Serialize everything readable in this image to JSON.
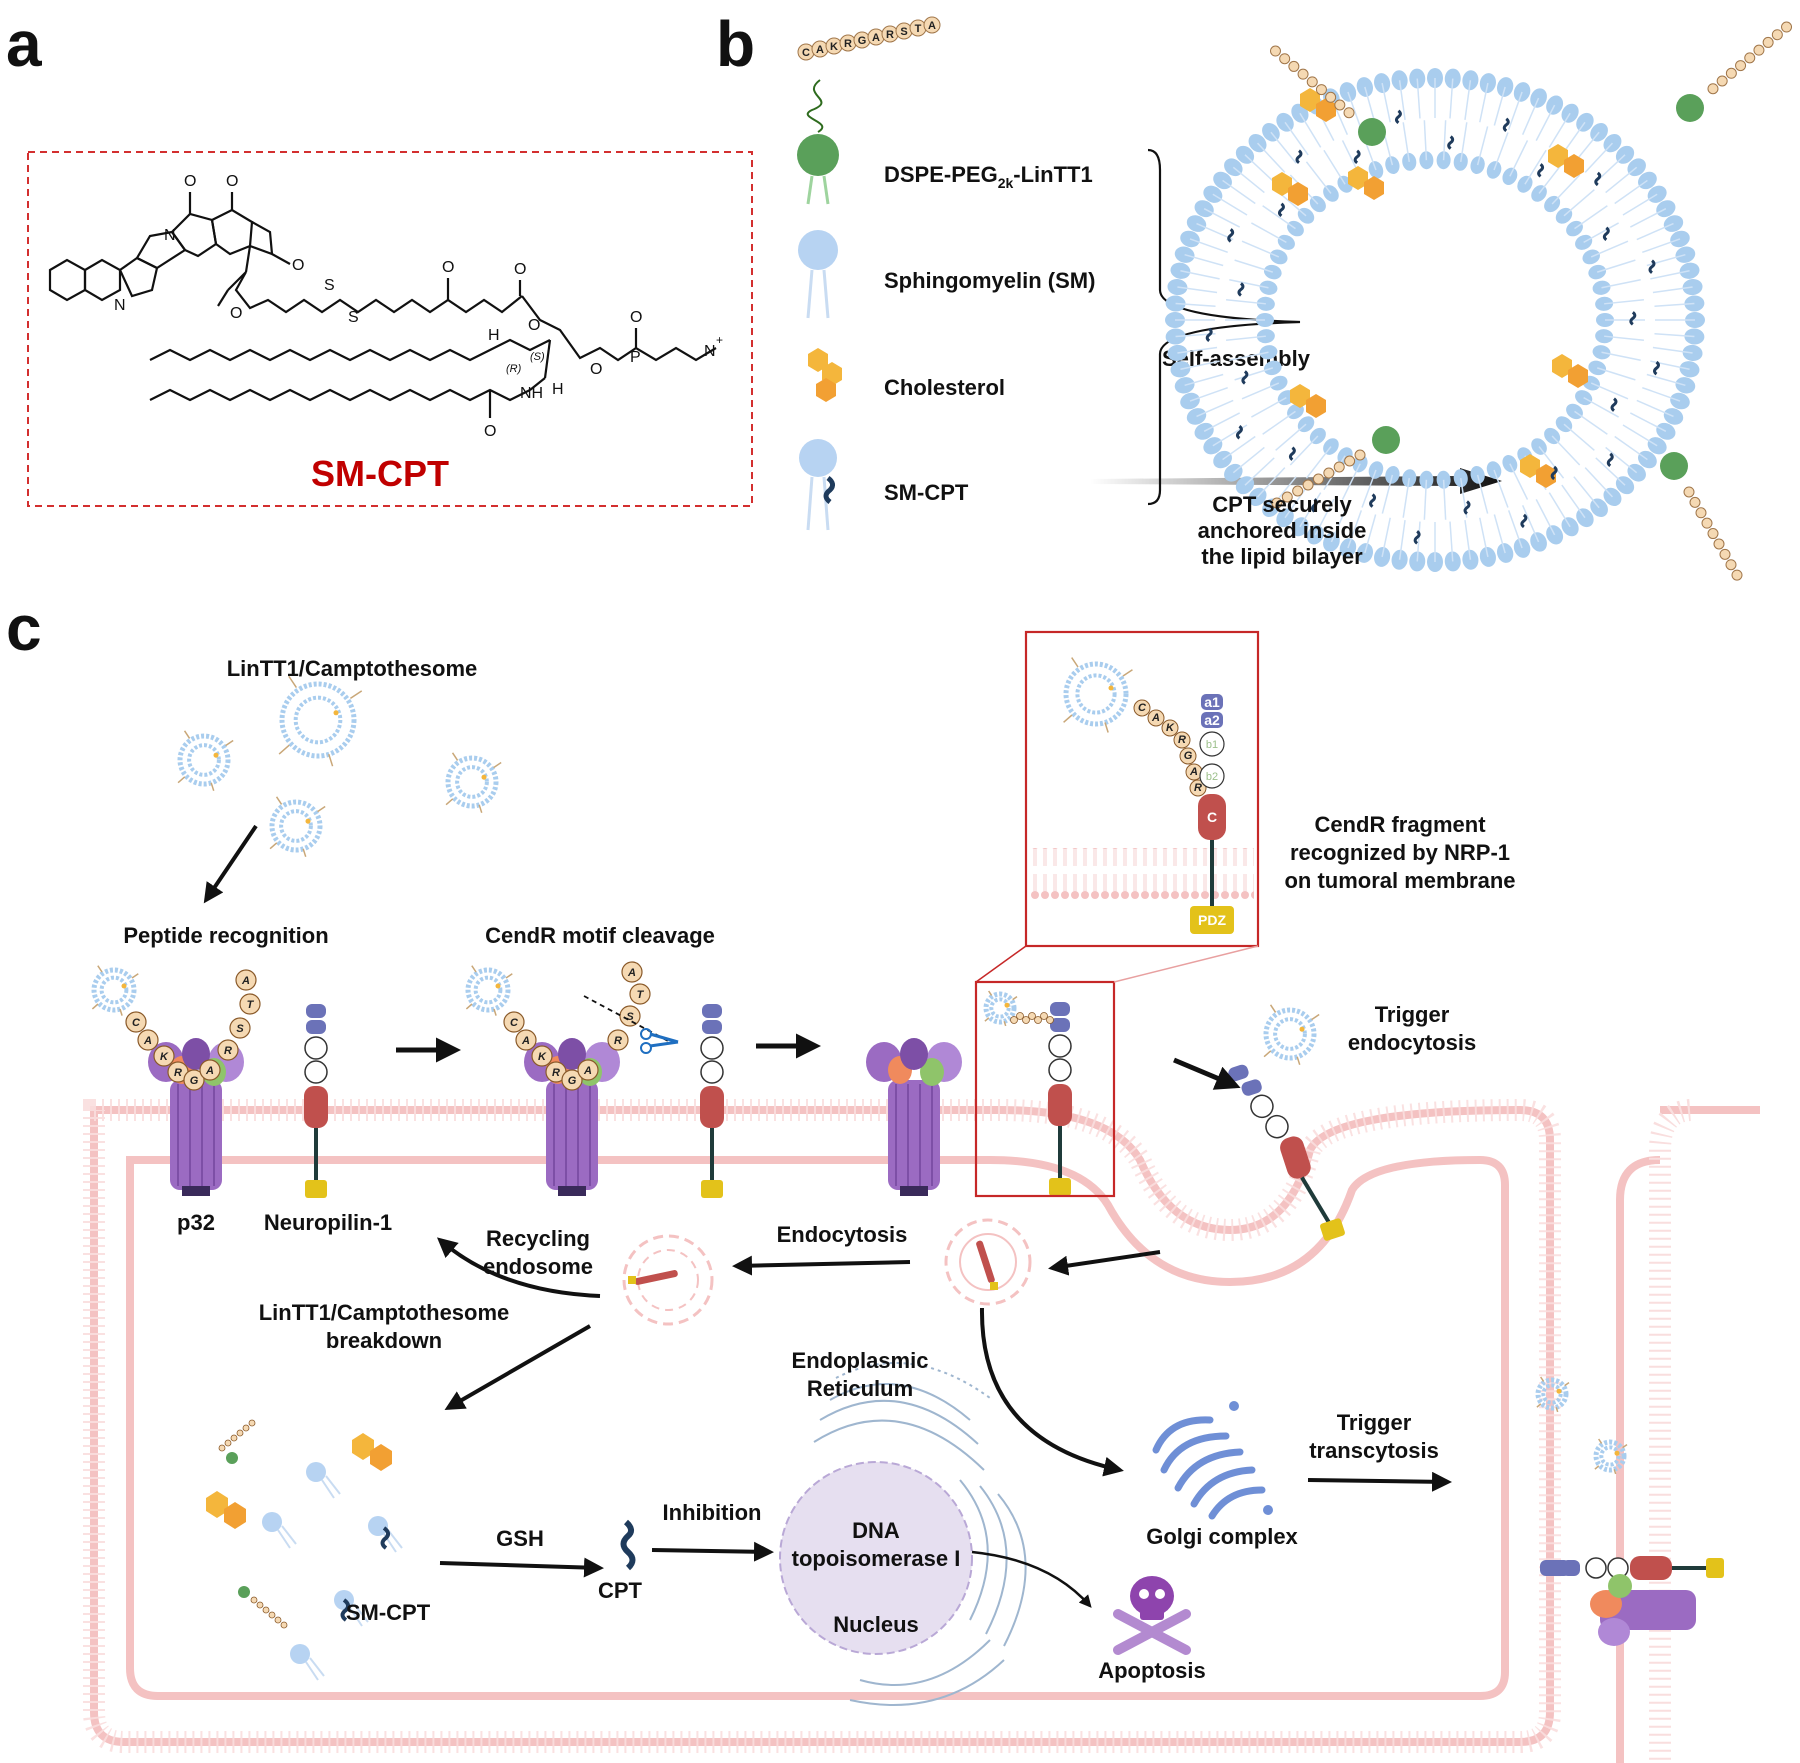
{
  "panels": {
    "a": "a",
    "b": "b",
    "c": "c"
  },
  "panel_a": {
    "compound": "SM-CPT",
    "atoms": {
      "o1": "O",
      "o2": "O",
      "o3": "O",
      "o4": "O",
      "o5": "O",
      "o6": "O",
      "o7": "O",
      "o8": "O",
      "o9": "O",
      "o10": "O",
      "n1": "N",
      "n2": "N",
      "n3": "NH",
      "h1": "H",
      "h2": "H",
      "s1": "S",
      "s2": "S",
      "p": "P",
      "nplus": "N",
      "plus": "+",
      "r": "(R)",
      "s": "(S)"
    }
  },
  "panel_b": {
    "peptide_seq": [
      "C",
      "A",
      "K",
      "R",
      "G",
      "A",
      "R",
      "S",
      "T",
      "A"
    ],
    "components": [
      {
        "label": "DSPE-PEG",
        "sub": "2k",
        "suffix": "-LinTT1",
        "color": "#3a7d23"
      },
      {
        "label": "Sphingomyelin (SM)",
        "color": "#a9c4e8"
      },
      {
        "label": "Cholesterol",
        "color": "#f2a65a"
      },
      {
        "label": "SM-CPT",
        "color": "#1f4e8c"
      }
    ],
    "self_assembly": "Self-assembly",
    "anchor_note": [
      "CPT securely",
      "anchored inside",
      "the lipid bilayer"
    ],
    "colors": {
      "bilayer": "#a9cdee",
      "cholesterol": "#f2b233",
      "peg": "#3a9d3a",
      "anchor_text": "#1f6fc1"
    }
  },
  "panel_c": {
    "nanoparticle_title": "LinTT1/Camptothesome",
    "step_peptide": "Peptide recognition",
    "step_cleavage": "CendR motif cleavage",
    "cendr_note": [
      "CendR fragment",
      "recognized by NRP-1",
      "on tumoral membrane"
    ],
    "trigger_endocytosis": [
      "Trigger",
      "endocytosis"
    ],
    "p32": "p32",
    "nrp1": "Neuropilin-1",
    "recycling": [
      "Recycling",
      "endosome"
    ],
    "endocytosis": "Endocytosis",
    "breakdown": [
      "LinTT1/Camptothesome",
      "breakdown"
    ],
    "er": [
      "Endoplasmic",
      "Reticulum"
    ],
    "golgi": "Golgi complex",
    "transcytosis": [
      "Trigger",
      "transcytosis"
    ],
    "gsh": "GSH",
    "cpt": "CPT",
    "smcpt": "SM-CPT",
    "inhibition": "Inhibition",
    "topo": [
      "DNA",
      "topoisomerase I"
    ],
    "nucleus": "Nucleus",
    "apoptosis": "Apoptosis",
    "zoom_domains": [
      "a1",
      "a2",
      "b1",
      "b2",
      "C",
      "PDZ"
    ],
    "peptide_left": [
      "C",
      "A",
      "K",
      "R",
      "G",
      "A",
      "R",
      "S",
      "T",
      "A"
    ],
    "peptide_zoom": [
      "C",
      "A",
      "K",
      "R",
      "G",
      "A",
      "R"
    ],
    "colors": {
      "membrane": "#f4c2c2",
      "nrp1": "#c0504d",
      "p32": "#9b6bc2",
      "blue_text": "#1f6fc1",
      "red_text": "#b22222",
      "purple_text": "#8e44ad",
      "box": "#c62828"
    }
  }
}
